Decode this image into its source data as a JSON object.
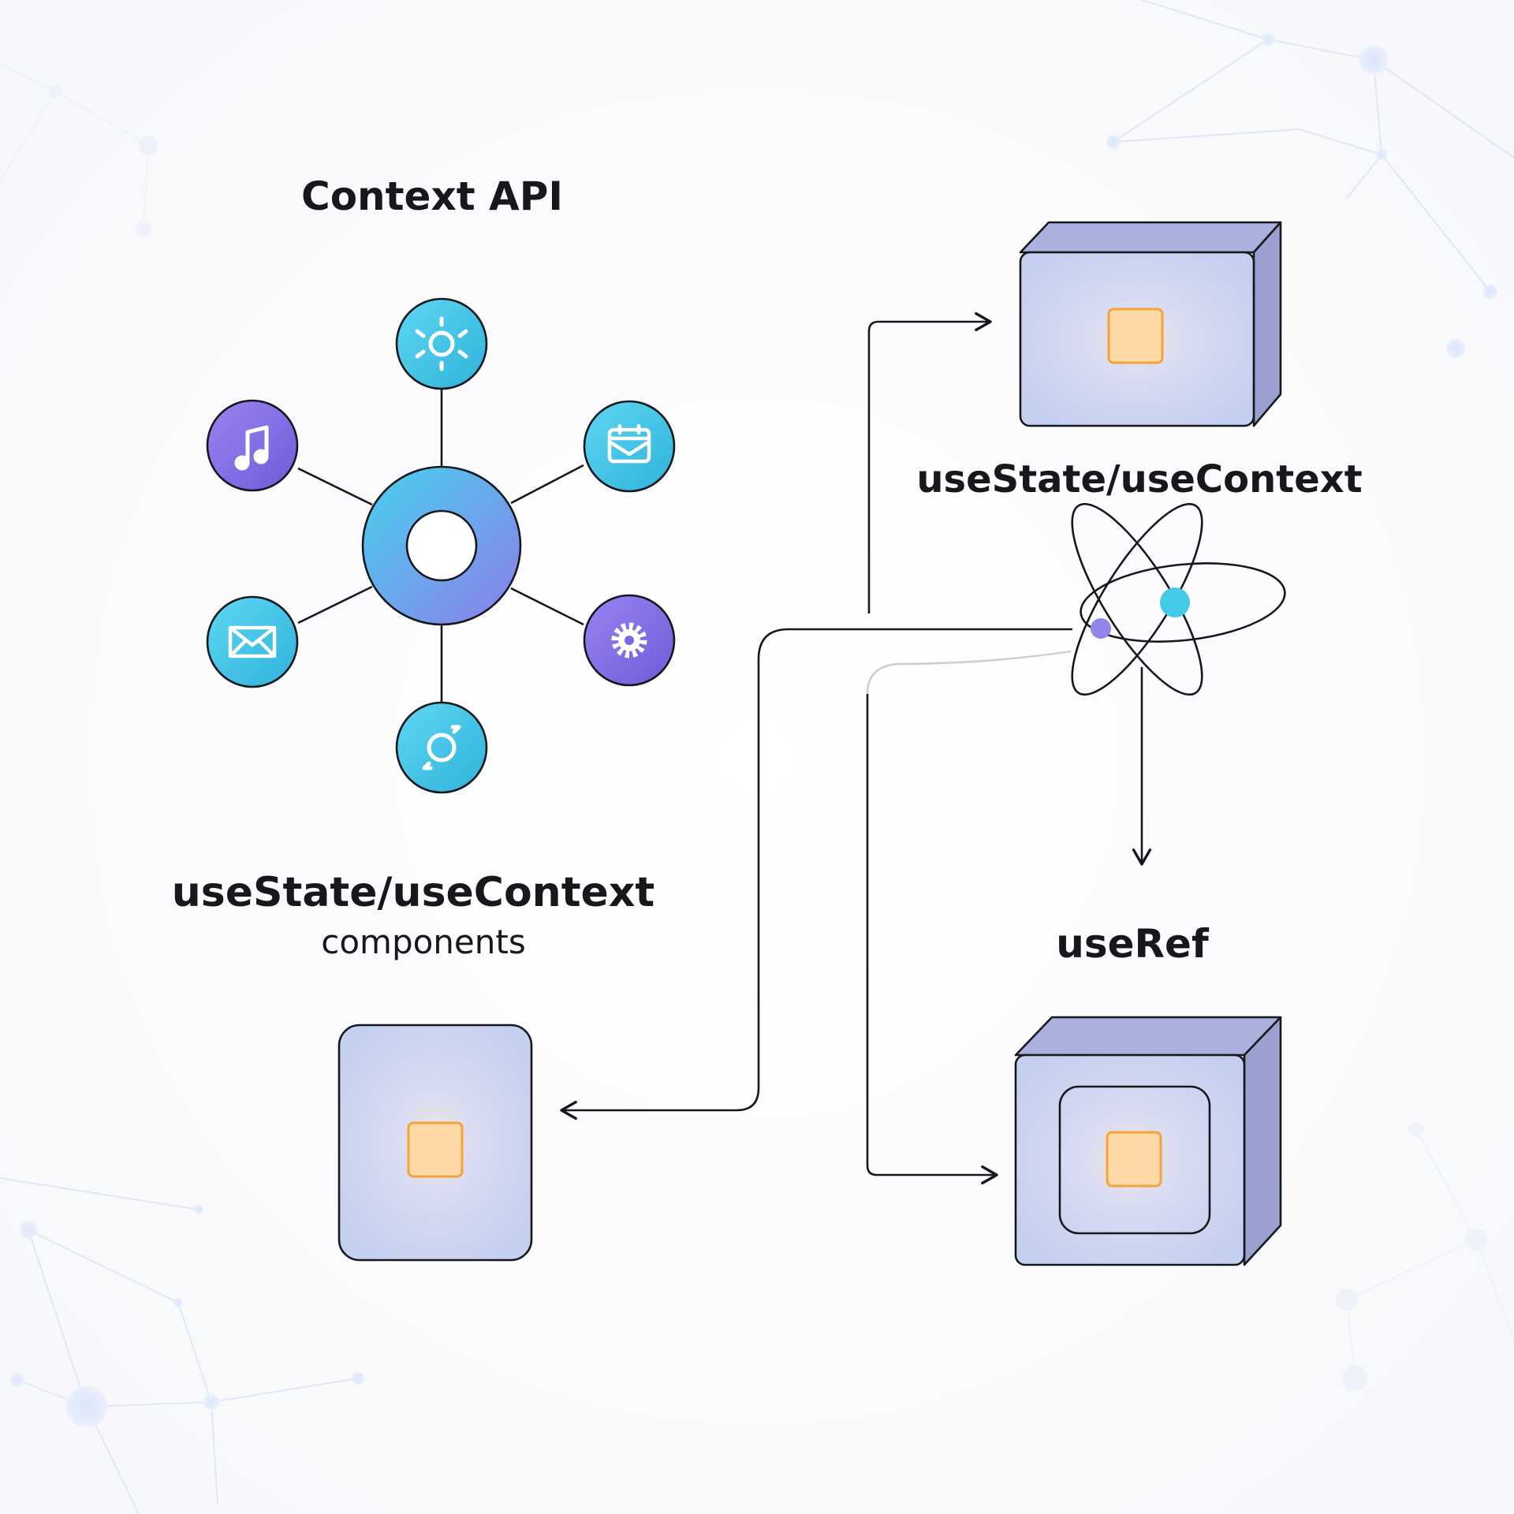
{
  "diagram": {
    "title": "Context API",
    "labels": {
      "state_top": "useState/useContext",
      "state_bottom": "useState/useContext",
      "components": "components",
      "useref": "useRef"
    },
    "hub": {
      "center": "ring-hub",
      "nodes": [
        {
          "name": "virus-icon-node",
          "icon": "bug-icon",
          "color": "#3cc4e6"
        },
        {
          "name": "calendar-icon-node",
          "icon": "calendar-mail-icon",
          "color": "#3cc4e6"
        },
        {
          "name": "settings-icon-node",
          "icon": "gear-icon",
          "color": "#7f68e8"
        },
        {
          "name": "sync-icon-node",
          "icon": "refresh-icon",
          "color": "#3cc4e6"
        },
        {
          "name": "mail-icon-node",
          "icon": "mail-icon",
          "color": "#3cc4e6"
        },
        {
          "name": "music-icon-node",
          "icon": "music-icon",
          "color": "#7f68e8"
        }
      ]
    },
    "colors": {
      "ink": "#17181c",
      "node_cyan": "#3cc4e6",
      "node_purple": "#7f68e8",
      "box_fill": "#c8d2f0",
      "box_side": "#9aa2d4",
      "chip_fill": "#ffd8a8",
      "chip_stroke": "#f2a33a"
    }
  }
}
